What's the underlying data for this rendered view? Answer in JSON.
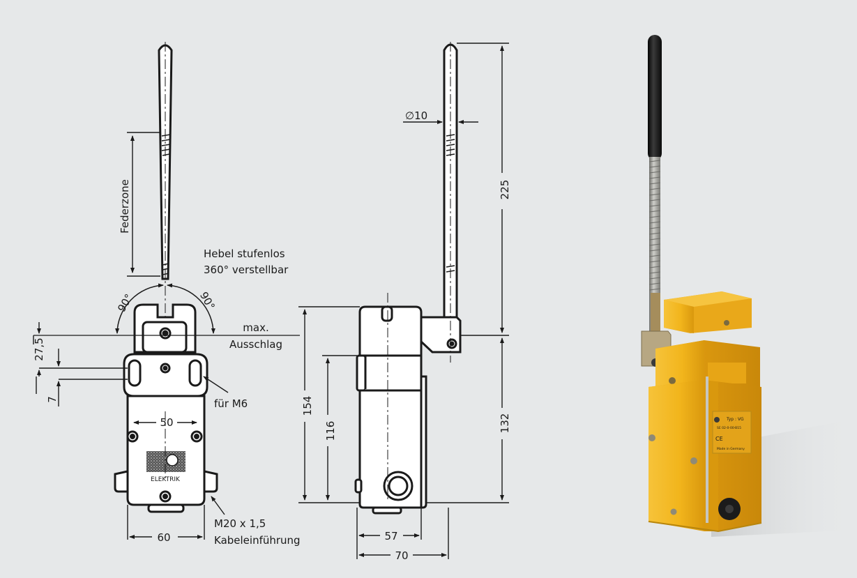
{
  "dimensions": {
    "front_height_top": "27,5",
    "front_height_bottom": "7",
    "front_hole_spacing": "50",
    "front_width": "60",
    "side_total_height": "154",
    "side_inner_height": "116",
    "side_inner_width": "57",
    "side_total_width": "70",
    "lever_diameter": "10",
    "lever_length": "225",
    "pivot_height": "132"
  },
  "labels": {
    "spring_zone": "Federzone",
    "lever_note_line1": "Hebel stufenlos",
    "lever_note_line2": "360° verstellbar",
    "angle_left": "90°",
    "angle_right": "90°",
    "max_deflection_line1": "max.",
    "max_deflection_line2": "Ausschlag",
    "mounting_hole": "für M6",
    "cable_entry_line1": "M20 x 1,5",
    "cable_entry_line2": "Kabeleinführung",
    "logo_text": "ELEKTRIK",
    "diameter_symbol": "∅"
  },
  "photo": {
    "housing_color": "#f2b51c",
    "lever_tip_color": "#1c1c1c",
    "spring_color": "#9a9a96",
    "label_lines": [
      "Typ : VG",
      "SE 02-0-00-B15",
      "CE",
      "Made in Germany"
    ]
  }
}
